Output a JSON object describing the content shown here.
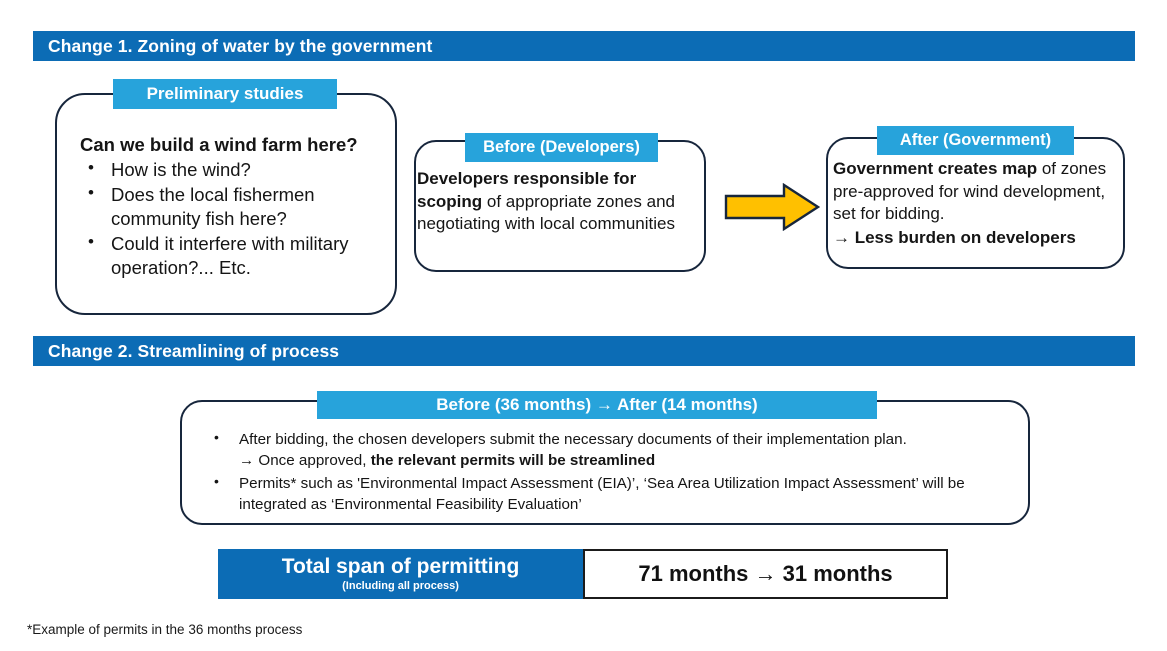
{
  "colors": {
    "header_blue": "#0C6CB5",
    "tab_blue": "#27A3DB",
    "outline_navy": "#17263C",
    "arrow_yellow": "#FFC000",
    "text_dark": "#151515"
  },
  "change1": {
    "header": "Change 1. Zoning of water by the government",
    "preliminary": {
      "tab": "Preliminary studies",
      "heading": "Can we build a wind farm here?",
      "bullets": [
        "How is the wind?",
        "Does the local fishermen community fish here?",
        "Could it interfere with military operation?... Etc."
      ]
    },
    "before": {
      "tab": "Before (Developers)",
      "bold_part": "Developers responsible for scoping",
      "rest": " of appropriate zones and negotiating with local communities"
    },
    "arrow": "block-arrow-right",
    "after": {
      "tab": "After (Government)",
      "bold_part": "Government creates map",
      "rest": " of zones pre-approved for wind development, set for bidding.",
      "conclusion": "→ Less burden on developers"
    }
  },
  "change2": {
    "header": "Change 2. Streamlining of process",
    "tab": "Before (36 months) → After (14 months)",
    "bullets": [
      {
        "main": "After bidding, the chosen developers submit the necessary documents of their implementation plan.",
        "sub_prefix": "→ Once approved, ",
        "sub_bold": "the relevant permits will be streamlined"
      },
      {
        "main": "Permits* such as 'Environmental Impact Assessment (EIA)’, ‘Sea Area Utilization Impact Assessment’ will be integrated as ‘Environmental Feasibility Evaluation’",
        "sub_prefix": "",
        "sub_bold": ""
      }
    ],
    "total": {
      "label": "Total span of permitting",
      "sublabel": "(Including all process)",
      "value": "71 months → 31 months"
    }
  },
  "footnote": "*Example of permits in the 36 months process"
}
